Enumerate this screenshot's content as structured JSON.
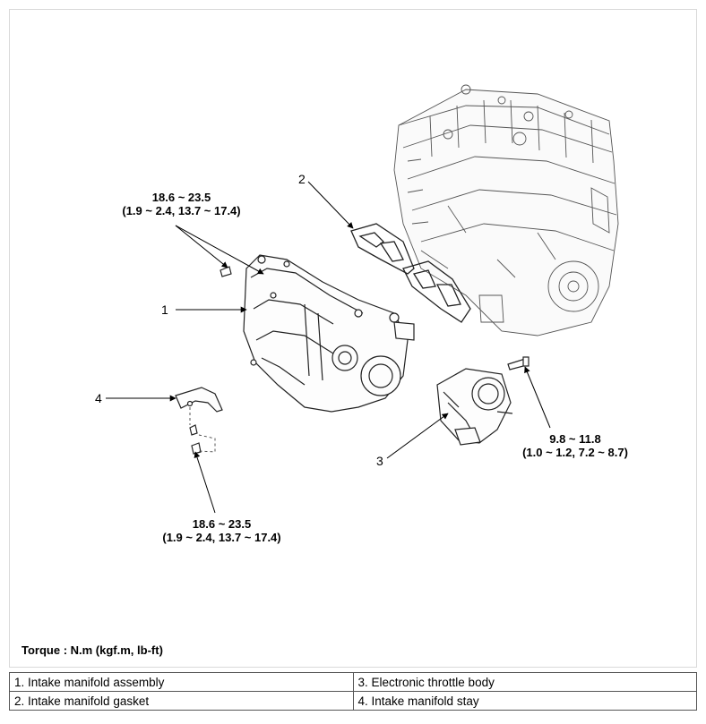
{
  "callouts": {
    "c1": "1",
    "c2": "2",
    "c3": "3",
    "c4": "4"
  },
  "torques": {
    "top_left": {
      "line1": "18.6 ~ 23.5",
      "line2": "(1.9 ~ 2.4, 13.7 ~ 17.4)"
    },
    "bottom_left": {
      "line1": "18.6 ~ 23.5",
      "line2": "(1.9 ~ 2.4, 13.7 ~ 17.4)"
    },
    "right": {
      "line1": "9.8 ~ 11.8",
      "line2": "(1.0 ~ 1.2, 7.2 ~ 8.7)"
    }
  },
  "torque_unit": "Torque : N.m (kgf.m, lb-ft)",
  "legend": {
    "rows": [
      [
        "1. Intake manifold assembly",
        "3. Electronic throttle body"
      ],
      [
        "2. Intake manifold gasket",
        "4. Intake manifold stay"
      ]
    ]
  },
  "icons": [
    "engine-block-illustration",
    "intake-manifold-illustration",
    "gasket-illustration",
    "throttle-body-illustration",
    "manifold-stay-illustration",
    "bolt-icon"
  ]
}
